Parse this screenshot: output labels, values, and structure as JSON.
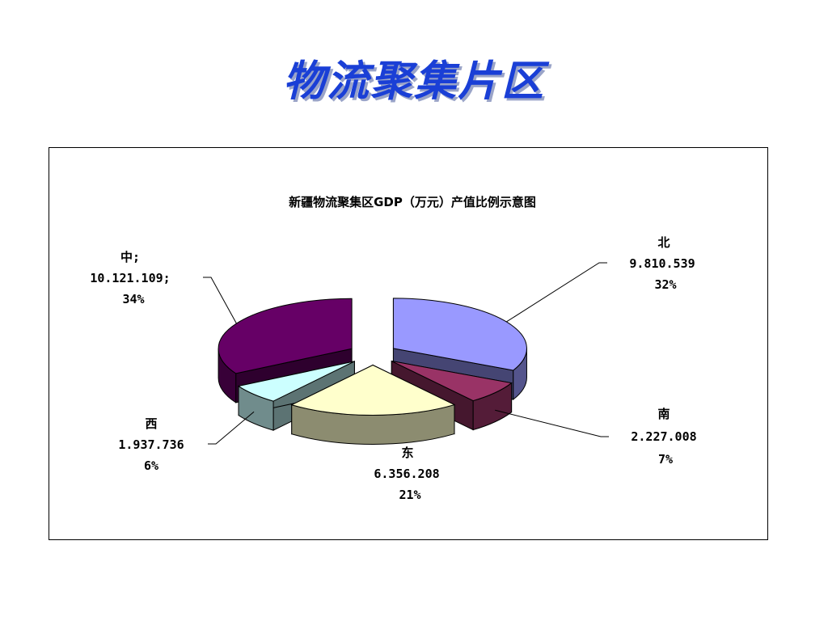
{
  "slide": {
    "title": "物流聚集片区"
  },
  "chart_data": {
    "type": "pie",
    "title": "新疆物流聚集区GDP（万元）产值比例示意图",
    "slices": [
      {
        "label": "北",
        "value": "9.810.539",
        "percent": "32%",
        "num": 9810539,
        "color": "#9999ff"
      },
      {
        "label": "南",
        "value": "2.227.008",
        "percent": "7%",
        "num": 2227008,
        "color": "#993366"
      },
      {
        "label": "东",
        "value": "6.356.208",
        "percent": "21%",
        "num": 6356208,
        "color": "#ffffcc"
      },
      {
        "label": "西",
        "value": "1.937.736",
        "percent": "6%",
        "num": 1937736,
        "color": "#ccffff"
      },
      {
        "label": "中",
        "value": "10.121.109",
        "percent": "34%",
        "num": 10121109,
        "color": "#660066"
      }
    ],
    "label_lines": {
      "zhong_line1": "中;",
      "zhong_line2": "10.121.109;"
    }
  }
}
